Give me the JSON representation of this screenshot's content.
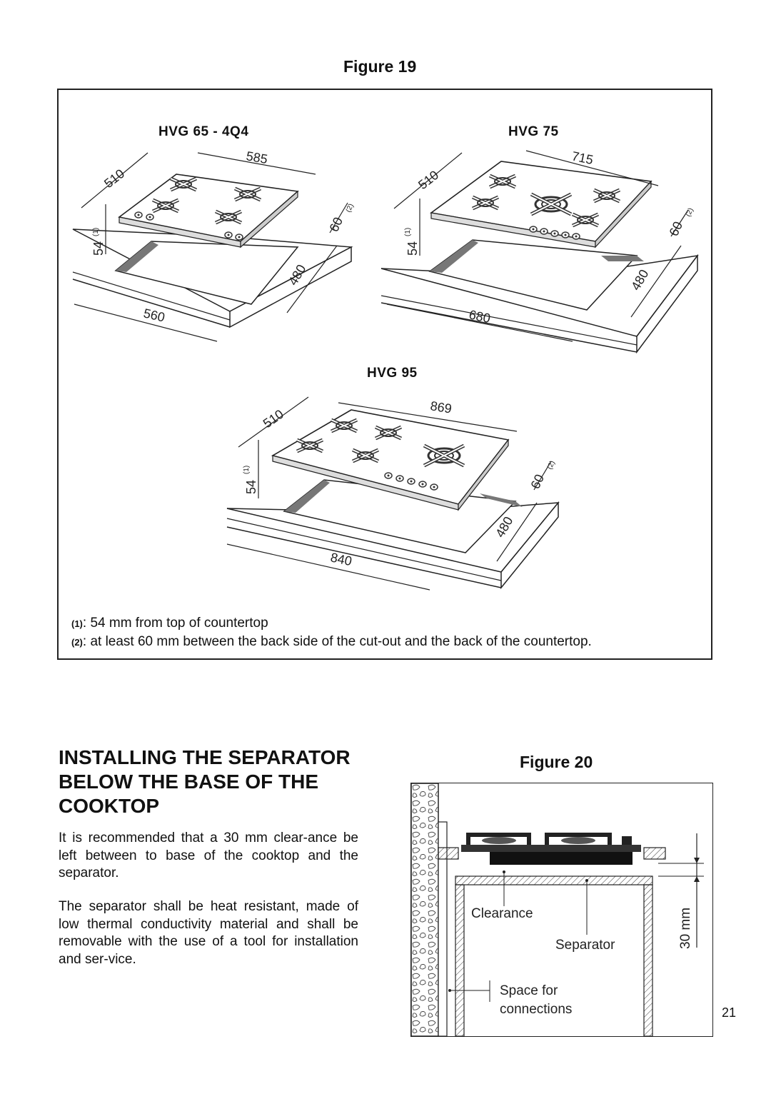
{
  "figure19": {
    "title": "Figure 19",
    "models": [
      {
        "name": "HVG 65 - 4Q4",
        "width": "585",
        "depth": "510",
        "cut_width": "560",
        "cut_depth": "480",
        "rear": "60",
        "height": "54"
      },
      {
        "name": "HVG 75",
        "width": "715",
        "depth": "510",
        "cut_width": "680",
        "cut_depth": "480",
        "rear": "60",
        "height": "54"
      },
      {
        "name": "HVG 95",
        "width": "869",
        "depth": "510",
        "cut_width": "840",
        "cut_depth": "480",
        "rear": "60",
        "height": "54"
      }
    ],
    "note_mark_1": "(1)",
    "note_mark_2": "(2)",
    "notes": [
      {
        "marker": "(1)",
        "text": ": 54 mm from top of countertop"
      },
      {
        "marker": "(2)",
        "text": ": at least 60 mm between the back side of the cut-out and the back of the countertop."
      }
    ]
  },
  "section": {
    "heading": "INSTALLING THE SEPARATOR BELOW THE BASE OF THE COOKTOP",
    "paragraphs": [
      "It is recommended that a 30 mm clear-ance be left between to base of the cooktop and the separator.",
      "The separator shall be heat resistant, made of low thermal conductivity material  and shall be removable with the use of a tool for installation and ser-vice."
    ]
  },
  "figure20": {
    "title": "Figure 20",
    "labels": {
      "clearance": "Clearance",
      "separator": "Separator",
      "space_line1": "Space for",
      "space_line2": "connections",
      "dimension": "30 mm"
    }
  },
  "page_number": "21"
}
